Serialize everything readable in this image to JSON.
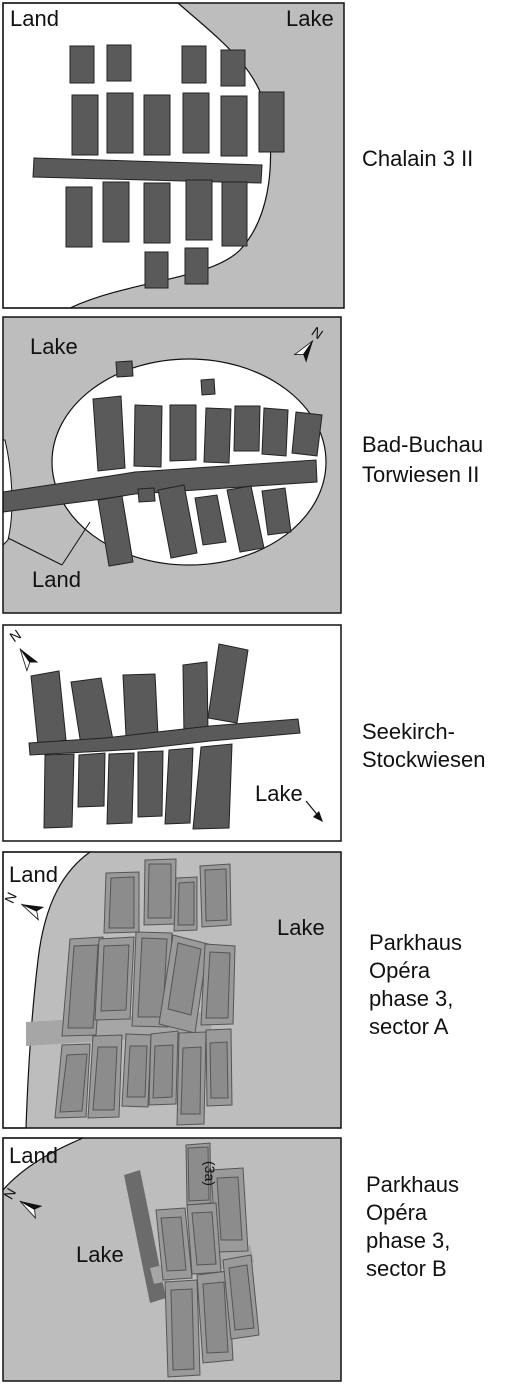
{
  "colors": {
    "lake": "#bdbdbd",
    "land": "#ffffff",
    "house": "#5a5a5a",
    "house_light": "#9a9a9a",
    "frame": "#111111"
  },
  "panels": [
    {
      "map_labels": [
        "Land",
        "Lake"
      ],
      "caption": [
        "Chalain 3 II"
      ]
    },
    {
      "map_labels": [
        "Lake",
        "Land"
      ],
      "north": "N",
      "caption": [
        "Bad-Buchau",
        "Torwiesen II"
      ]
    },
    {
      "map_labels": [
        "Lake"
      ],
      "north": "N",
      "caption": [
        "Seekirch-",
        "Stockwiesen"
      ]
    },
    {
      "map_labels": [
        "Land",
        "Lake"
      ],
      "north": "N",
      "caption": [
        "Parkhaus",
        "Opéra",
        "phase 3,",
        "sector A"
      ]
    },
    {
      "map_labels": [
        "Land",
        "Lake"
      ],
      "north": "N",
      "house_label": "(3a)",
      "caption": [
        "Parkhaus",
        "Opéra",
        "phase 3,",
        "sector B"
      ]
    }
  ]
}
